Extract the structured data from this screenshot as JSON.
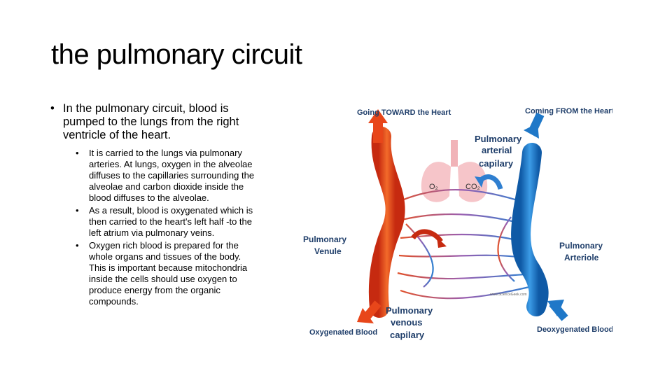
{
  "slide": {
    "title": "the pulmonary circuit",
    "bullets": [
      {
        "text": "In the pulmonary circuit, blood is pumped to the lungs from the right ventricle of the heart.",
        "sub": [
          " It is carried to the lungs via pulmonary arteries. At lungs, oxygen in the alveolae diffuses to the capillaries surrounding the alveolae and carbon dioxide inside the blood diffuses to the alveolae.",
          "As a result, blood is oxygenated which is then carried to the heart's left half -to the left atrium via pulmonary veins.",
          "Oxygen rich blood is prepared for the whole organs and tissues of the body. This is important because mitochondria inside the cells should use oxygen to produce energy from the organic compounds."
        ]
      }
    ],
    "bullet_glyph": "•"
  },
  "figure": {
    "labels": {
      "going_toward": "Going TOWARD the Heart",
      "coming_from": "Coming FROM the Heart",
      "pulmonary_arterial_capillary": [
        "Pulmonary",
        "arterial",
        "capilary"
      ],
      "pulmonary_venule": [
        "Pulmonary",
        "Venule"
      ],
      "pulmonary_arteriole": [
        "Pulmonary",
        "Arteriole"
      ],
      "pulmonary_venous_capillary": [
        "Pulmonary",
        "venous",
        "capilary"
      ],
      "oxygenated_blood": "Oxygenated Blood",
      "deoxygenated_blood": "Deoxygenated Blood",
      "o2": "O₂",
      "co2": "CO₂",
      "watermark": "www.ScienceGeek.com"
    },
    "colors": {
      "oxygenated": "#e8461a",
      "deoxygenated": "#1f78c8",
      "lung": "#f4b6bb",
      "label_blue": "#1f3e6a",
      "arrow_red": "#d9381e"
    }
  }
}
